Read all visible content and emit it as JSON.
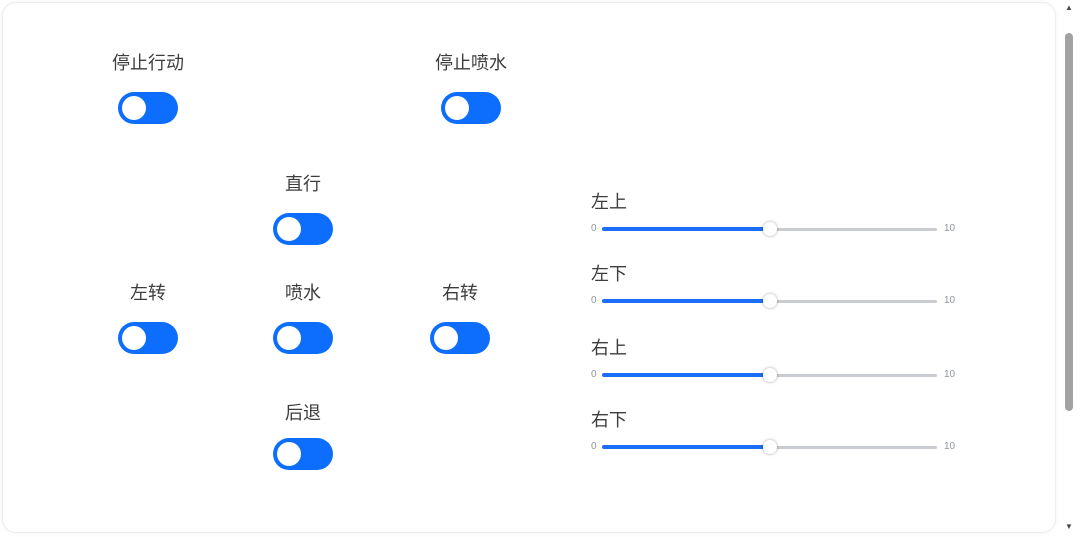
{
  "colors": {
    "toggle_blue": "#0d6efd",
    "slider_fill_blue": "#1a6ef7",
    "slider_track_gray": "#c9ccd1",
    "label_text": "#3d3d3d",
    "tick_text": "#8f959e",
    "scrollbar_thumb": "#a2a2a2"
  },
  "toggles": [
    {
      "name": "stop-move",
      "label": "停止行动",
      "state": "off"
    },
    {
      "name": "stop-spray",
      "label": "停止喷水",
      "state": "off"
    },
    {
      "name": "forward",
      "label": "直行",
      "state": "off"
    },
    {
      "name": "turn-left",
      "label": "左转",
      "state": "off"
    },
    {
      "name": "spray",
      "label": "喷水",
      "state": "off"
    },
    {
      "name": "turn-right",
      "label": "右转",
      "state": "off"
    },
    {
      "name": "backward",
      "label": "后退",
      "state": "off"
    }
  ],
  "sliders": [
    {
      "name": "left-top",
      "label": "左上",
      "min": 0,
      "max": 10,
      "value": 5,
      "percent": 50
    },
    {
      "name": "left-bottom",
      "label": "左下",
      "min": 0,
      "max": 10,
      "value": 5,
      "percent": 50
    },
    {
      "name": "right-top",
      "label": "右上",
      "min": 0,
      "max": 10,
      "value": 5,
      "percent": 50
    },
    {
      "name": "right-bottom",
      "label": "右下",
      "min": 0,
      "max": 10,
      "value": 5,
      "percent": 50
    }
  ],
  "scrollbar": {
    "up_icon": "▲",
    "down_icon": "▼"
  }
}
